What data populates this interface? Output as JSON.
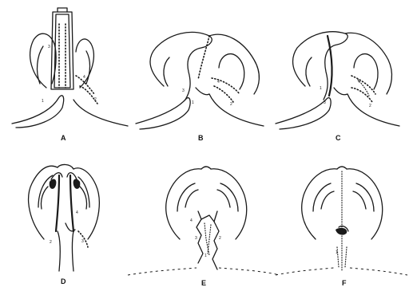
{
  "figure": {
    "panels": [
      {
        "id": "A",
        "label": "A"
      },
      {
        "id": "B",
        "label": "B"
      },
      {
        "id": "C",
        "label": "C"
      },
      {
        "id": "D",
        "label": "D"
      },
      {
        "id": "E",
        "label": "E"
      },
      {
        "id": "F",
        "label": "F"
      }
    ]
  }
}
